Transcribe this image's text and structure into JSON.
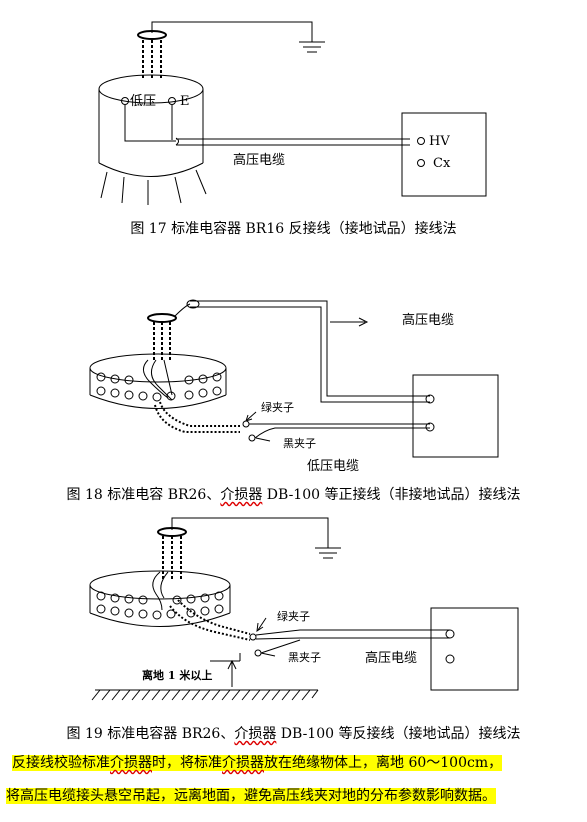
{
  "fig17": {
    "label_low": "低压",
    "label_e": "E",
    "label_hv": "HV",
    "label_cx": "Cx",
    "label_cable": "高压电缆",
    "caption": "图 17   标准电容器 BR16 反接线（接地试品）接线法"
  },
  "fig18": {
    "label_cable": "高压电缆",
    "label_green": "绿夹子",
    "label_black": "黑夹子",
    "label_low_cable": "低压电缆",
    "caption_prefix": "图 18  标准电容 BR26、",
    "caption_wavy": "介损器",
    "caption_suffix": " DB-100 等正接线（非接地试品）接线法"
  },
  "fig19": {
    "label_green": "绿夹子",
    "label_black": "黑夹子",
    "label_cable": "高压电缆",
    "label_height": "离地 1 米以上",
    "caption_prefix": "图 19   标准电容器 BR26、",
    "caption_wavy": "介损器",
    "caption_suffix": " DB-100 等反接线（接地试品）接线法"
  },
  "note": {
    "line1_a": "  反接线校验标准",
    "line1_b": "介损器",
    "line1_c": "时，将标准",
    "line1_d": "介损器",
    "line1_e": "放在绝缘物体上，离地 60～100cm，",
    "line2": "将高压电缆接头悬空吊起，远离地面，避免高压线夹对地的分布参数影响数据。"
  }
}
